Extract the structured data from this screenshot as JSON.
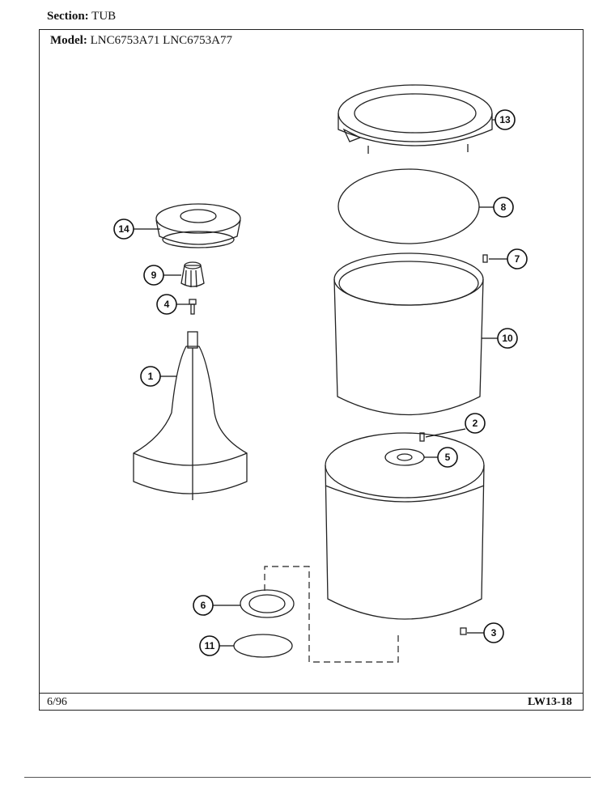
{
  "header": {
    "section_label": "Section:",
    "section_value": "TUB",
    "model_label": "Model:",
    "model_values": "LNC6753A71  LNC6753A77"
  },
  "footer": {
    "date": "6/96",
    "doc_number": "LW13-18"
  },
  "callouts": [
    "1",
    "2",
    "3",
    "4",
    "5",
    "6",
    "7",
    "8",
    "9",
    "10",
    "11",
    "13",
    "14"
  ]
}
